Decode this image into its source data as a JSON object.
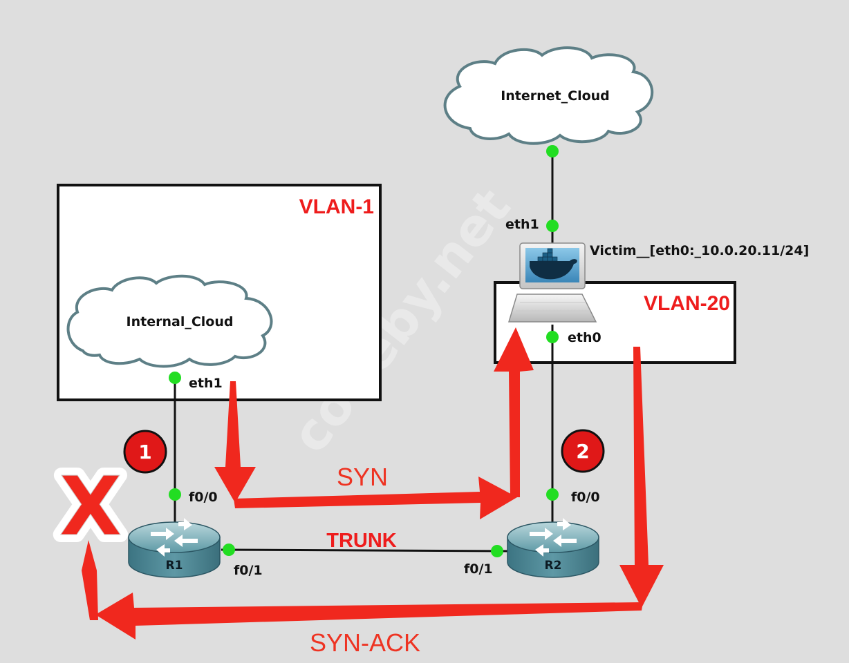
{
  "watermark": "codeby.net",
  "vlans": {
    "vlan1": "VLAN-1",
    "vlan20": "VLAN-20"
  },
  "clouds": {
    "internet": "Internet_Cloud",
    "internal": "Internal_Cloud"
  },
  "victim": {
    "label": "Victim__[eth0:_10.0.20.11/24]"
  },
  "ports": {
    "internal_eth1": "eth1",
    "victim_eth1": "eth1",
    "victim_eth0": "eth0",
    "r1_f00": "f0/0",
    "r1_f01": "f0/1",
    "r2_f00": "f0/0",
    "r2_f01": "f0/1"
  },
  "routers": {
    "r1": "R1",
    "r2": "R2"
  },
  "links": {
    "trunk": "TRUNK"
  },
  "flows": {
    "syn": "SYN",
    "synack": "SYN-ACK"
  },
  "steps": {
    "one": "1",
    "two": "2"
  },
  "blocked_mark": "X",
  "colors": {
    "background": "#dedede",
    "arrow_red": "#f0281e",
    "label_red": "#ee1c1c",
    "port_green": "#22dd22",
    "router_teal": "#4b8a9a",
    "cloud_stroke": "#5d7f86"
  }
}
